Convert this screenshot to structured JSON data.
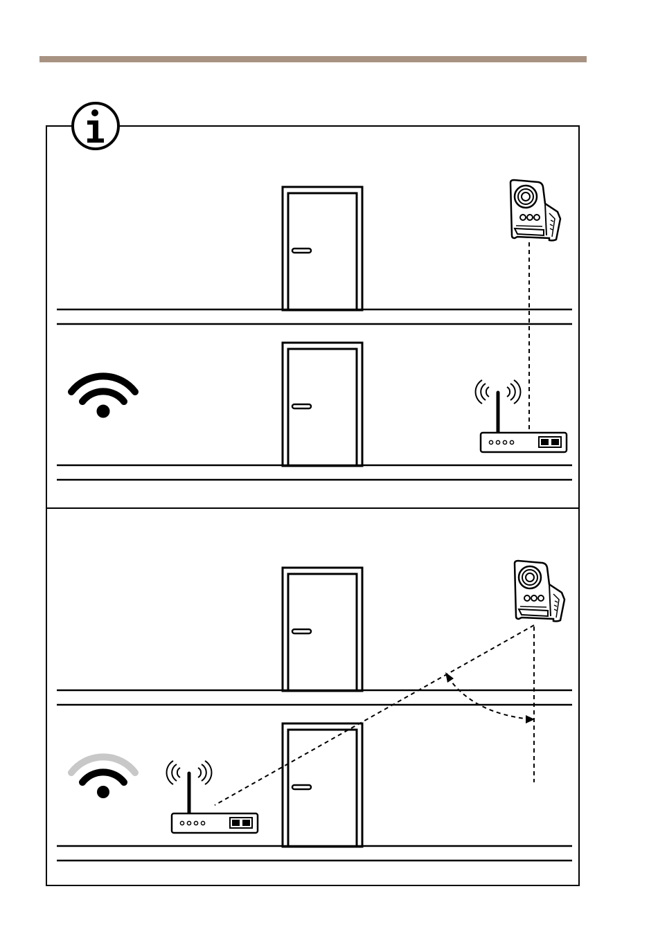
{
  "colors": {
    "accent_rule": "#a89383",
    "ink": "#000000",
    "background": "#ffffff",
    "weak_signal": "#c8c8c8"
  },
  "icons": {
    "info": "info-icon",
    "wifi_strong": "wifi-strong-icon",
    "wifi_weak": "wifi-weak-icon",
    "camera": "camera-icon",
    "router": "router-icon",
    "door": "door-icon",
    "antenna_waves": "radio-waves-icon"
  },
  "panels": [
    {
      "scene": "router-directly-below-camera",
      "signal": "strong"
    },
    {
      "scene": "router-offset-diagonal-path",
      "signal": "weak"
    }
  ]
}
